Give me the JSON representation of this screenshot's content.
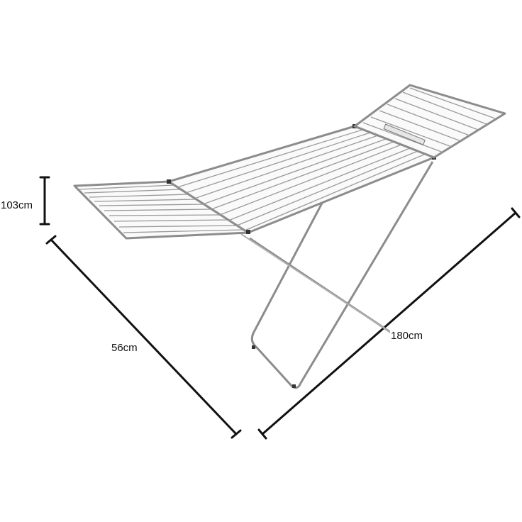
{
  "diagram": {
    "dimensions": {
      "height": "103cm",
      "depth": "56cm",
      "width": "180cm"
    },
    "colors": {
      "frame": "#8c8c8c",
      "wire": "#9a9a9a",
      "dimension_line": "#111111",
      "background": "#ffffff"
    }
  }
}
